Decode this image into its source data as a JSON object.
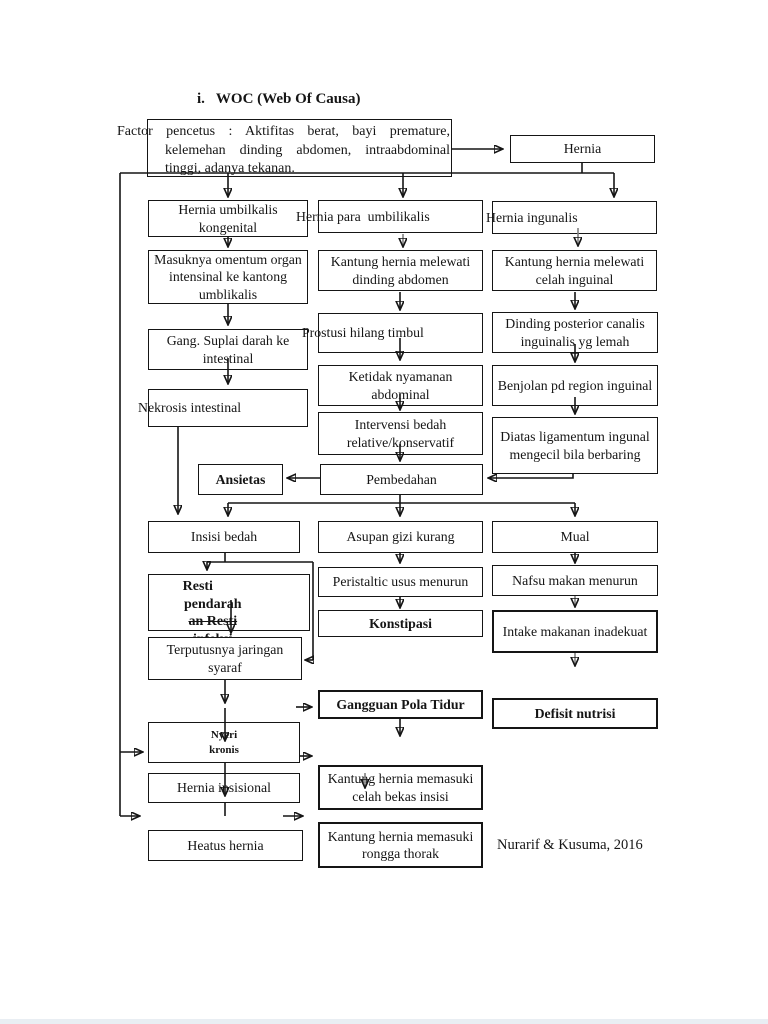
{
  "page": {
    "title": "i.   WOC (Web Of Causa)",
    "citation": "Nurarif & Kusuma, 2016",
    "background": "#ffffff",
    "line_color": "#151515",
    "box_border_color": "#151515"
  },
  "factor_box": {
    "text": "Factor pencetus : Aktifitas berat, bayi premature, kelemehan dinding abdomen, intraabdominal tinggi, adanya tekanan."
  },
  "nodes": {
    "hernia": "Hernia",
    "hernia_umbilkalis_kongenital": "Hernia umbilkalis kongenital",
    "hernia_para_umbilikalis": "Hernia para  umbilikalis",
    "hernia_ingunalis": "Hernia ingunalis",
    "masuknya_omentum": "Masuknya omentum organ intensinal ke kantong umblikalis",
    "kantung_melewati_dinding": "Kantung hernia melewati dinding abdomen",
    "kantung_melewati_celah": "Kantung hernia melewati celah inguinal",
    "gang_suplai": "Gang. Suplai darah ke intestinal",
    "prostusi": "Prostusi hilang timbul",
    "dinding_posterior": "Dinding posterior canalis inguinalis yg lemah",
    "nekrosis": "Nekrosis intestinal",
    "ketidak_nyamanan": "Ketidak nyamanan abdominal",
    "benjolan": "Benjolan pd region inguinal",
    "intervensi": "Intervensi bedah relative/konservatif",
    "diatas_ligamentum": "Diatas ligamentum ingunal mengecil bila berbaring",
    "ansietas": "Ansietas",
    "pembedahan": "Pembedahan",
    "insisi_bedah": "Insisi bedah",
    "asupan_gizi": "Asupan gizi kurang",
    "mual": "Mual",
    "peristaltic": "Peristaltic usus menurun",
    "nafsu_makan": "Nafsu makan menurun",
    "konstipasi": "Konstipasi",
    "intake_makanan": "Intake makanan inadekuat",
    "terputusnya": "Terputusnya jaringan syaraf",
    "gangguan_pola_tidur": "Gangguan Pola Tidur",
    "defisit_nutrisi": "Defisit nutrisi",
    "nyeri_kronis": "Nyeri kronis",
    "hernia_insisional": "Hernia insisional",
    "kantung_celah_insisi": "Kantung hernia memasuki celah bekas insisi",
    "heatus_hernia": "Heatus hernia",
    "kantung_rongga_thorak": "Kantung hernia memasuki rongga thorak"
  },
  "resti": {
    "l1": "Resti",
    "l2": "pendarah",
    "l3": "an Resti",
    "l4": "infeksi"
  }
}
